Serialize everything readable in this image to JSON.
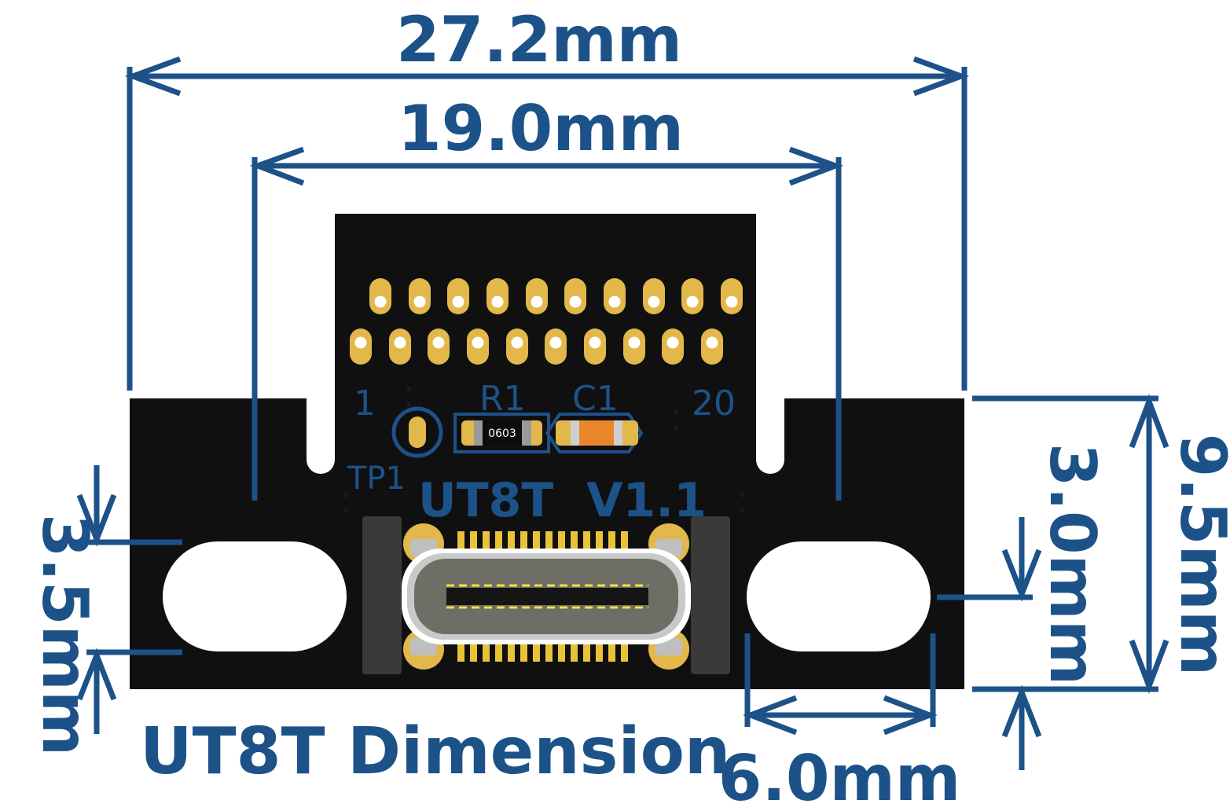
{
  "title": "UT8T Dimension",
  "dimensions": {
    "overall_width": "27.2mm",
    "slot_span": "19.0mm",
    "hole_height": "3.5mm",
    "hole_width": "6.0mm",
    "board_height": "9.5mm",
    "hole_offset": "3.0mm"
  },
  "board": {
    "version_label": "UT8T  V1.1",
    "pin_first": "1",
    "pin_last": "20",
    "testpoint_label": "TP1",
    "resistor_label": "R1",
    "capacitor_label": "C1",
    "resistor_package": "0603"
  },
  "colors": {
    "dimension": "#1d5289",
    "board": "#101010",
    "pad_gold": "#e2b84b",
    "connector_shell": "#c9c9c9",
    "connector_inner": "#6d6f67",
    "capacitor_body": "#e8872a"
  },
  "connector": {
    "type": "USB Type-C receptacle"
  }
}
